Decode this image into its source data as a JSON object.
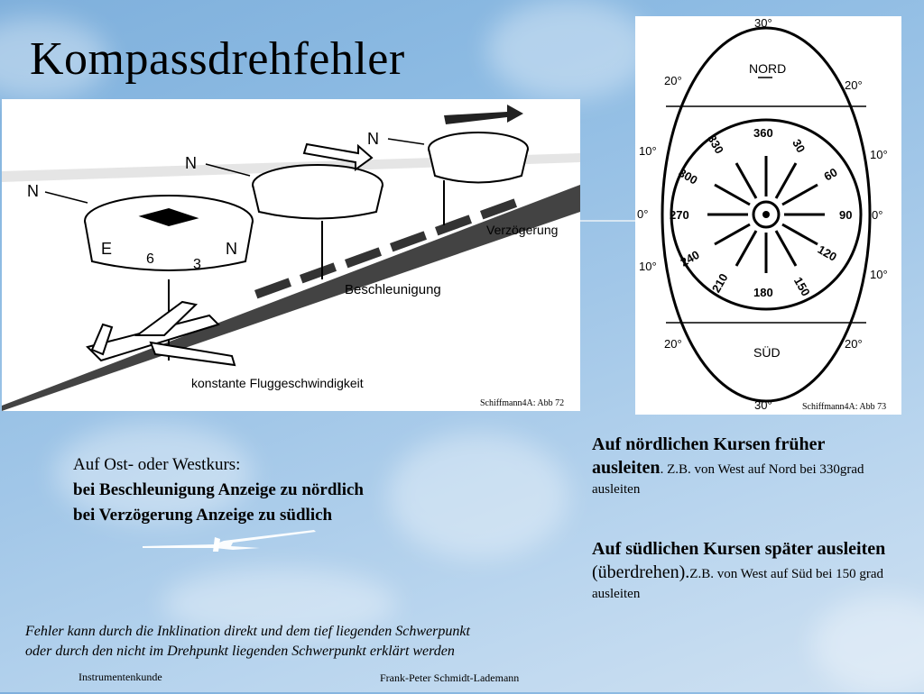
{
  "title": "Kompassdrehfehler",
  "figure1": {
    "labels": {
      "north": "N",
      "decel": "Verzögerung",
      "accel": "Beschleunigung",
      "speed": "konstante Fluggeschwindigkeit"
    },
    "compass_digits": [
      "E",
      "6",
      "3",
      "N"
    ],
    "caption": "Schiffmann4A: Abb 72"
  },
  "figure2": {
    "top": "30°",
    "bottom": "30°",
    "nord": "NORD",
    "sued": "SÜD",
    "left_marks": [
      "20°",
      "10°",
      "0°",
      "10°",
      "20°"
    ],
    "right_marks": [
      "20°",
      "10°",
      "0°",
      "10°",
      "20°"
    ],
    "headings": [
      "360",
      "30",
      "60",
      "90",
      "120",
      "150",
      "180",
      "210",
      "240",
      "270",
      "300",
      "330"
    ],
    "caption": "Schiffmann4A: Abb 73"
  },
  "left": {
    "line1": "Auf Ost- oder Westkurs:",
    "line2": "bei Beschleunigung Anzeige zu nördlich",
    "line3": "bei Verzögerung Anzeige zu südlich"
  },
  "right1": {
    "bold": "Auf nördlichen Kursen früher ausleiten",
    "rest": ". Z.B. von West auf Nord bei 330grad ausleiten"
  },
  "right2": {
    "bold": "Auf südlichen Kursen später ausleiten",
    "mid": " (überdrehen).",
    "rest": "Z.B. von West auf Süd bei 150 grad ausleiten"
  },
  "bottom_note": {
    "line1": "Fehler kann durch die Inklination direkt und dem tief liegenden Schwerpunkt",
    "line2": "oder durch den nicht im Drehpunkt liegenden Schwerpunkt erklärt werden"
  },
  "footer": {
    "left": "Instrumentenkunde",
    "right": "Frank-Peter Schmidt-Lademann"
  }
}
